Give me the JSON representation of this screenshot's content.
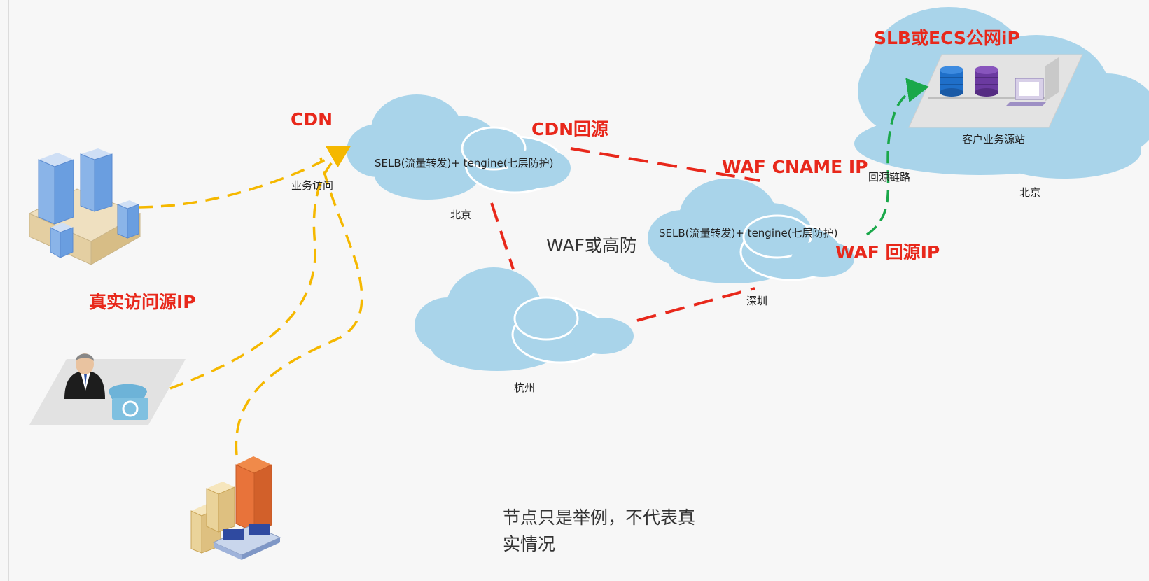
{
  "diagram": {
    "source_ip_label": "真实访问源IP",
    "cdn_label": "CDN",
    "business_access_label": "业务访问",
    "cdn_node_text": "SELB(流量转发)+ tengine(七层防护)",
    "cdn_node_city": "北京",
    "cdn_backsource_label": "CDN回源",
    "waf_cname_label": "WAF CNAME IP",
    "waf_or_ddos_label": "WAF或高防",
    "hangzhou_city": "杭州",
    "waf_node_text": "SELB(流量转发)+ tengine(七层防护)",
    "waf_node_city": "深圳",
    "waf_backsource_ip_label": "WAF 回源IP",
    "backsource_link_label": "回源链路",
    "origin_public_ip_label": "SLB或ECS公网iP",
    "origin_site_label": "客户业务源站",
    "origin_city": "北京",
    "note_line1": "节点只是举例，不代表真",
    "note_line2": "实情况"
  },
  "colors": {
    "cloud": "#a9d4ea",
    "label_red": "#e8281b",
    "access_line": "#f5b800",
    "backsource_line": "#e8281b",
    "origin_arrow": "#1aa84a"
  },
  "icons": [
    "enterprise-building-icon",
    "person-with-phone-icon",
    "office-building-icon",
    "database-server-icon",
    "computer-icon"
  ]
}
